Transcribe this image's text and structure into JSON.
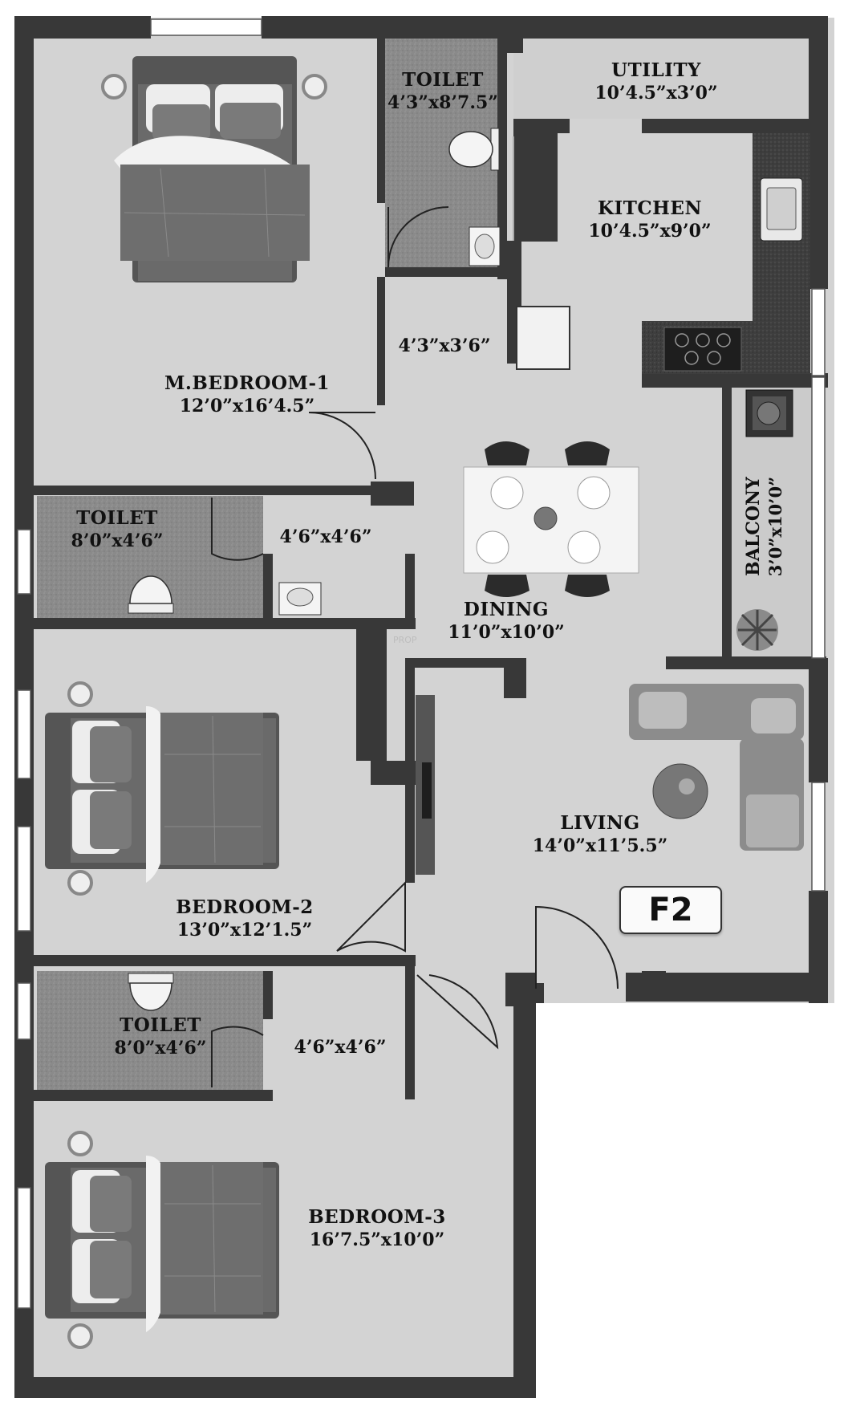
{
  "plan": {
    "flat_label": "F2",
    "watermark": "PROP",
    "rooms": {
      "master_bedroom": {
        "name": "M.BEDROOM-1",
        "size": "12’0”x16’4.5”"
      },
      "toilet_master": {
        "name": "TOILET",
        "size": "4’3”x8’7.5”"
      },
      "utility": {
        "name": "UTILITY",
        "size": "10’4.5”x3’0”"
      },
      "kitchen": {
        "name": "KITCHEN",
        "size": "10’4.5”x9’0”"
      },
      "passage": {
        "size": "4’3”x3’6”"
      },
      "toilet_1": {
        "name": "TOILET",
        "size": "8’0”x4’6”"
      },
      "dress_1": {
        "size": "4’6”x4’6”"
      },
      "dining": {
        "name": "DINING",
        "size": "11’0”x10’0”"
      },
      "balcony": {
        "name": "BALCONY",
        "size": "3’0”x10’0”"
      },
      "bedroom_2": {
        "name": "BEDROOM-2",
        "size": "13’0”x12’1.5”"
      },
      "living": {
        "name": "LIVING",
        "size": "14’0”x11’5.5”"
      },
      "toilet_2": {
        "name": "TOILET",
        "size": "8’0”x4’6”"
      },
      "dress_2": {
        "size": "4’6”x4’6”"
      },
      "bedroom_3": {
        "name": "BEDROOM-3",
        "size": "16’7.5”x10’0”"
      }
    },
    "colors": {
      "wall": "#3a3a3a",
      "floor": "#d2d2d2",
      "toilet_floor": "#8c8c8c",
      "counter": "#4a4a4a"
    }
  }
}
